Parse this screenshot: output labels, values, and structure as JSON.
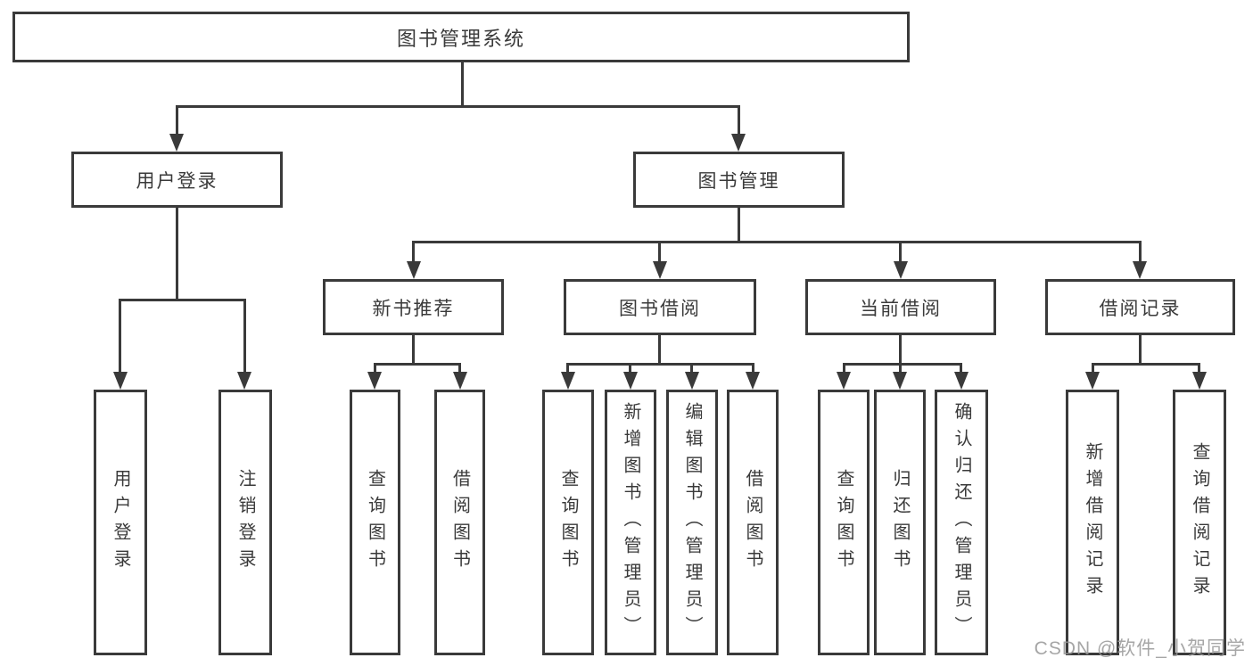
{
  "diagram": {
    "type": "hierarchy-tree",
    "root": {
      "label": "图书管理系统"
    },
    "level2": [
      {
        "label": "用户登录",
        "parent": "图书管理系统"
      },
      {
        "label": "图书管理",
        "parent": "图书管理系统"
      }
    ],
    "level3": [
      {
        "label": "新书推荐",
        "parent": "图书管理"
      },
      {
        "label": "图书借阅",
        "parent": "图书管理"
      },
      {
        "label": "当前借阅",
        "parent": "图书管理"
      },
      {
        "label": "借阅记录",
        "parent": "图书管理"
      }
    ],
    "leaves": [
      {
        "label": "用户登录",
        "parent": "用户登录"
      },
      {
        "label": "注销登录",
        "parent": "用户登录"
      },
      {
        "label": "查询图书",
        "parent": "新书推荐"
      },
      {
        "label": "借阅图书",
        "parent": "新书推荐"
      },
      {
        "label": "查询图书",
        "parent": "图书借阅"
      },
      {
        "label": "新增图书（管理员）",
        "parent": "图书借阅"
      },
      {
        "label": "编辑图书（管理员）",
        "parent": "图书借阅"
      },
      {
        "label": "借阅图书",
        "parent": "图书借阅"
      },
      {
        "label": "查询图书",
        "parent": "当前借阅"
      },
      {
        "label": "归还图书",
        "parent": "当前借阅"
      },
      {
        "label": "确认归还（管理员）",
        "parent": "当前借阅"
      },
      {
        "label": "新增借阅记录",
        "parent": "借阅记录"
      },
      {
        "label": "查询借阅记录",
        "parent": "借阅记录"
      }
    ]
  },
  "watermark": {
    "text": "CSDN @软件_小贺同学"
  },
  "colors": {
    "line": "#3a3a3a",
    "text": "#3a3a3a",
    "box_background": "#ffffff",
    "page_background": "#ffffff",
    "watermark": "#a8a8a8"
  }
}
